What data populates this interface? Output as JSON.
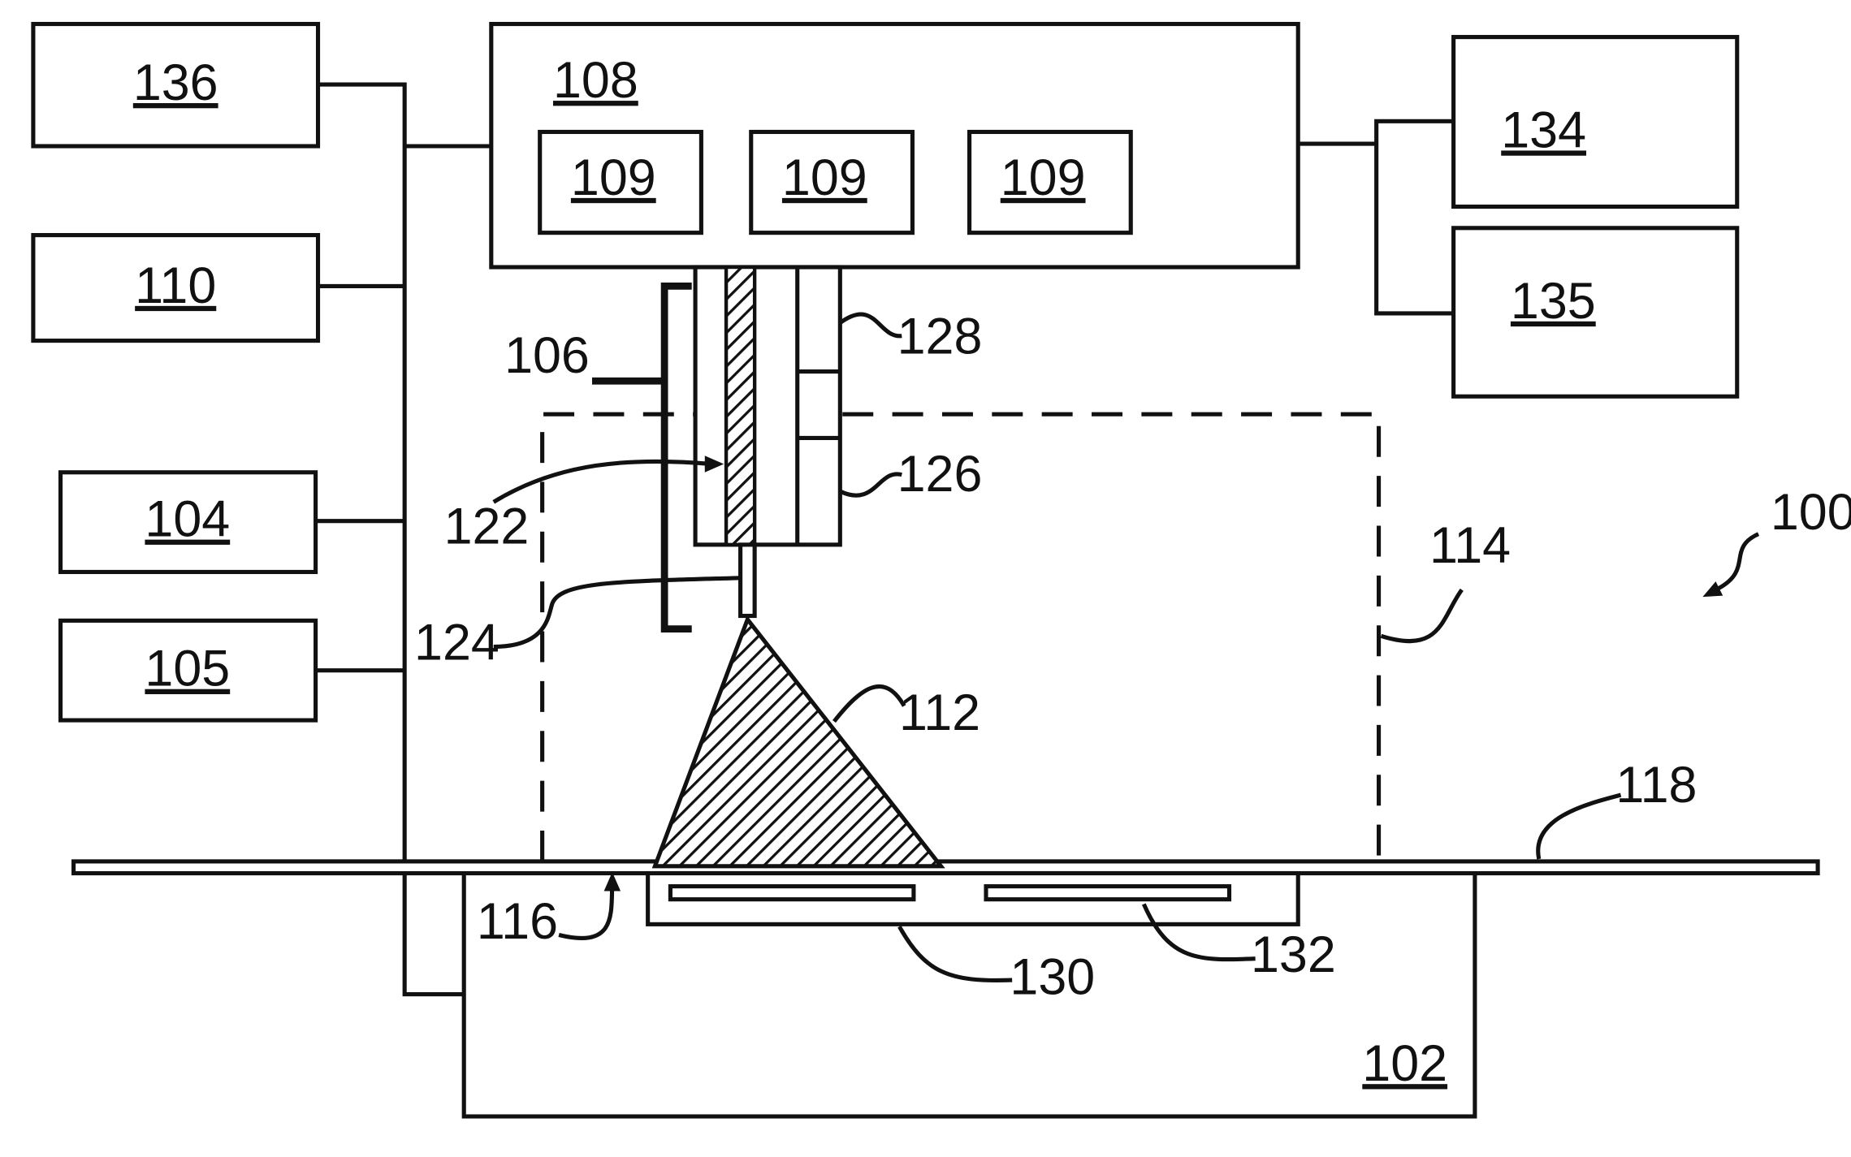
{
  "labels": {
    "l136": "136",
    "l110": "110",
    "l104": "104",
    "l105": "105",
    "l108": "108",
    "l109a": "109",
    "l109b": "109",
    "l109c": "109",
    "l134": "134",
    "l135": "135",
    "l106": "106",
    "l128": "128",
    "l126": "126",
    "l122": "122",
    "l124": "124",
    "l114": "114",
    "l100": "100",
    "l112": "112",
    "l118": "118",
    "l116": "116",
    "l130": "130",
    "l132": "132",
    "l102": "102"
  }
}
